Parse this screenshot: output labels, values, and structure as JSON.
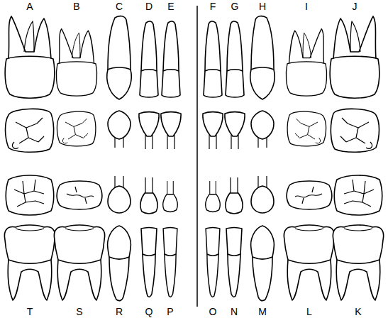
{
  "diagram": {
    "labels": [
      "A",
      "B",
      "C",
      "D",
      "E",
      "F",
      "G",
      "H",
      "I",
      "J",
      "T",
      "S",
      "R",
      "Q",
      "P",
      "O",
      "N",
      "M",
      "L",
      "K"
    ]
  }
}
